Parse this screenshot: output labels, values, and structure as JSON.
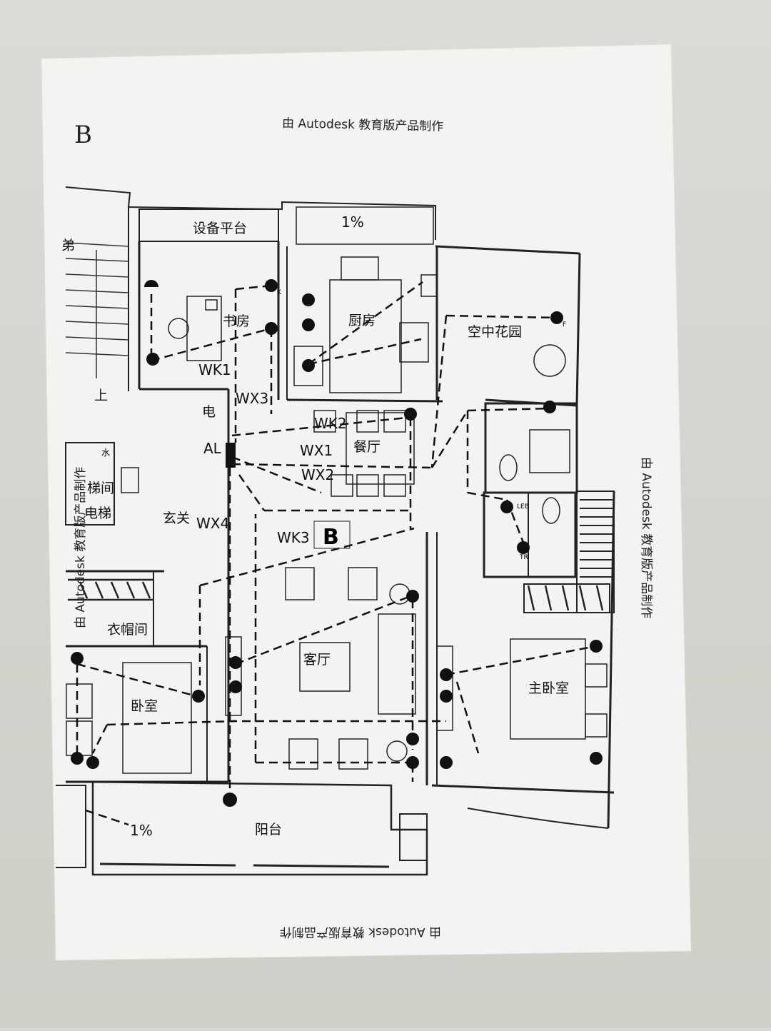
{
  "sheet": {
    "handwritten_mark": "B",
    "watermark": "由 Autodesk 教育版产品制作"
  },
  "rooms": {
    "equipment_platform": "设备平台",
    "study": "书房",
    "kitchen": "厨房",
    "sky_garden": "空中花园",
    "dining": "餐厅",
    "foyer": "玄关",
    "cloakroom": "衣帽间",
    "living_room": "客厅",
    "bedroom": "卧室",
    "master_bedroom": "主卧室",
    "balcony": "阳台",
    "elevator": "电梯",
    "elevator_room": "梯间",
    "stairs_label": "弟",
    "up_label": "上",
    "electric_box": "电",
    "water_label": "水"
  },
  "circuits": {
    "wk1": "WK1",
    "wk2": "WK2",
    "wk3": "WK3",
    "wx1": "WX1",
    "wx2": "WX2",
    "wx3": "WX3",
    "wx4": "WX4",
    "panel": "AL",
    "unit_mark": "B"
  },
  "slopes": {
    "top": "1%",
    "bottom": "1%"
  },
  "fixture_tags": {
    "k": "K",
    "f": "F",
    "leb": "LEB",
    "tr": "TR"
  }
}
